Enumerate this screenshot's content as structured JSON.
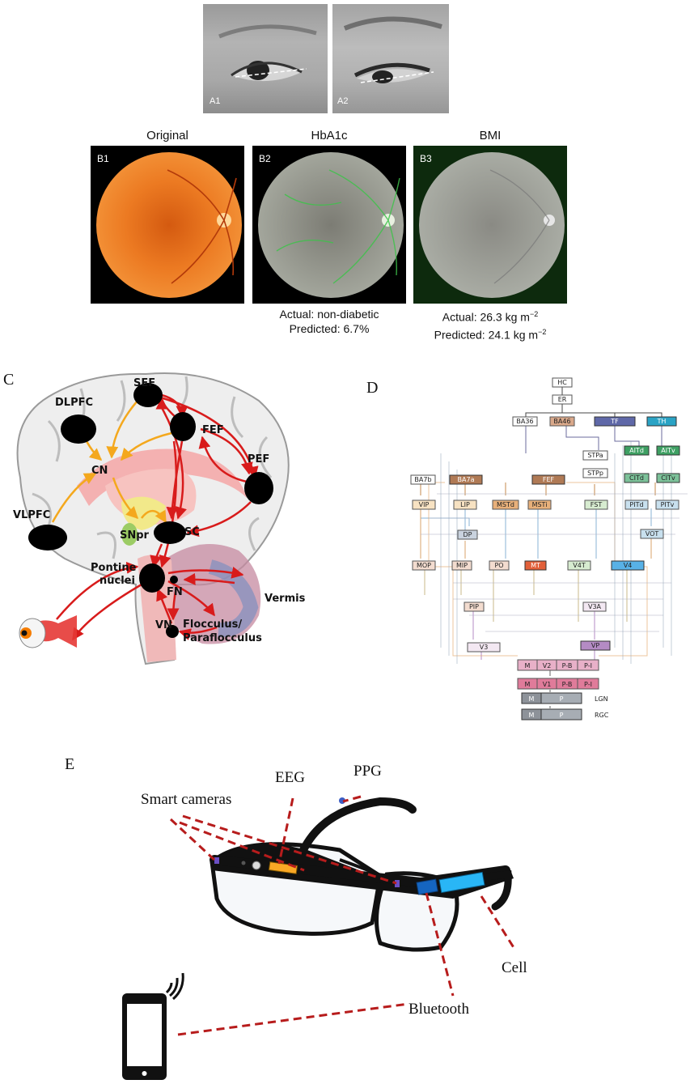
{
  "panel_a": {
    "left_label": "A1",
    "right_label": "A2"
  },
  "panel_b": {
    "titles": [
      "Original",
      "HbA1c",
      "BMI"
    ],
    "sublabels": [
      "B1",
      "B2",
      "B3"
    ],
    "captions": {
      "hba1c_actual": "Actual: non-diabetic",
      "hba1c_predicted": "Predicted: 6.7%",
      "bmi_actual": "Actual: 26.3 kg m",
      "bmi_actual_exp": "−2",
      "bmi_predicted": "Predicted: 24.1 kg m",
      "bmi_predicted_exp": "−2"
    }
  },
  "panel_c": {
    "letter": "C",
    "regions": {
      "sef": "SEF",
      "dlpfc": "DLPFC",
      "fef": "FEF",
      "cn": "CN",
      "pef": "PEF",
      "vlpfc": "VLPFC",
      "snpr": "SNpr",
      "sc": "SC",
      "pontine_1": "Pontine",
      "pontine_2": "nuclei",
      "fn": "FN",
      "vermis": "Vermis",
      "vn": "VN",
      "flocculus_1": "Flocculus/",
      "flocculus_2": "Paraflocculus"
    }
  },
  "panel_d": {
    "letter": "D",
    "nodes": {
      "hc": "HC",
      "er": "ER",
      "ba36": "BA36",
      "ba46": "BA46",
      "tf": "TF",
      "th": "TH",
      "stpa": "STPa",
      "aitd": "AITd",
      "aitv": "AITv",
      "stpp": "STPp",
      "citd": "CITd",
      "citv": "CITv",
      "ba7b": "BA7b",
      "ba7a": "BA7a",
      "fef": "FEF",
      "vip": "VIP",
      "lip": "LIP",
      "mstd": "MSTd",
      "msti": "MSTi",
      "fst": "FST",
      "pitd": "PITd",
      "pitv": "PITv",
      "dp": "DP",
      "vot": "VOT",
      "mop": "MOP",
      "mip": "MIP",
      "po": "PO",
      "mt": "MT",
      "v4t": "V4T",
      "v4": "V4",
      "pip": "PIP",
      "v3a": "V3A",
      "v3": "V3",
      "vp": "VP",
      "v2_m": "M",
      "v2": "V2",
      "v2_pb": "P-B",
      "v2_pi": "P-I",
      "v1_m": "M",
      "v1": "V1",
      "v1_pb": "P-B",
      "v1_pi": "P-I",
      "lgn_m": "M",
      "lgn_p": "P",
      "lgn": "LGN",
      "rgc_m": "M",
      "rgc_p": "P",
      "rgc": "RGC"
    }
  },
  "panel_e": {
    "letter": "E",
    "labels": {
      "eeg": "EEG",
      "ppg": "PPG",
      "smart_cameras": "Smart cameras",
      "cell": "Cell",
      "bluetooth": "Bluetooth"
    },
    "colors": {
      "link": "#b71c1c",
      "eeg_sensor": "#f9a825",
      "cell_module": "#29b6f6",
      "bluetooth_module": "#1565c0"
    }
  }
}
